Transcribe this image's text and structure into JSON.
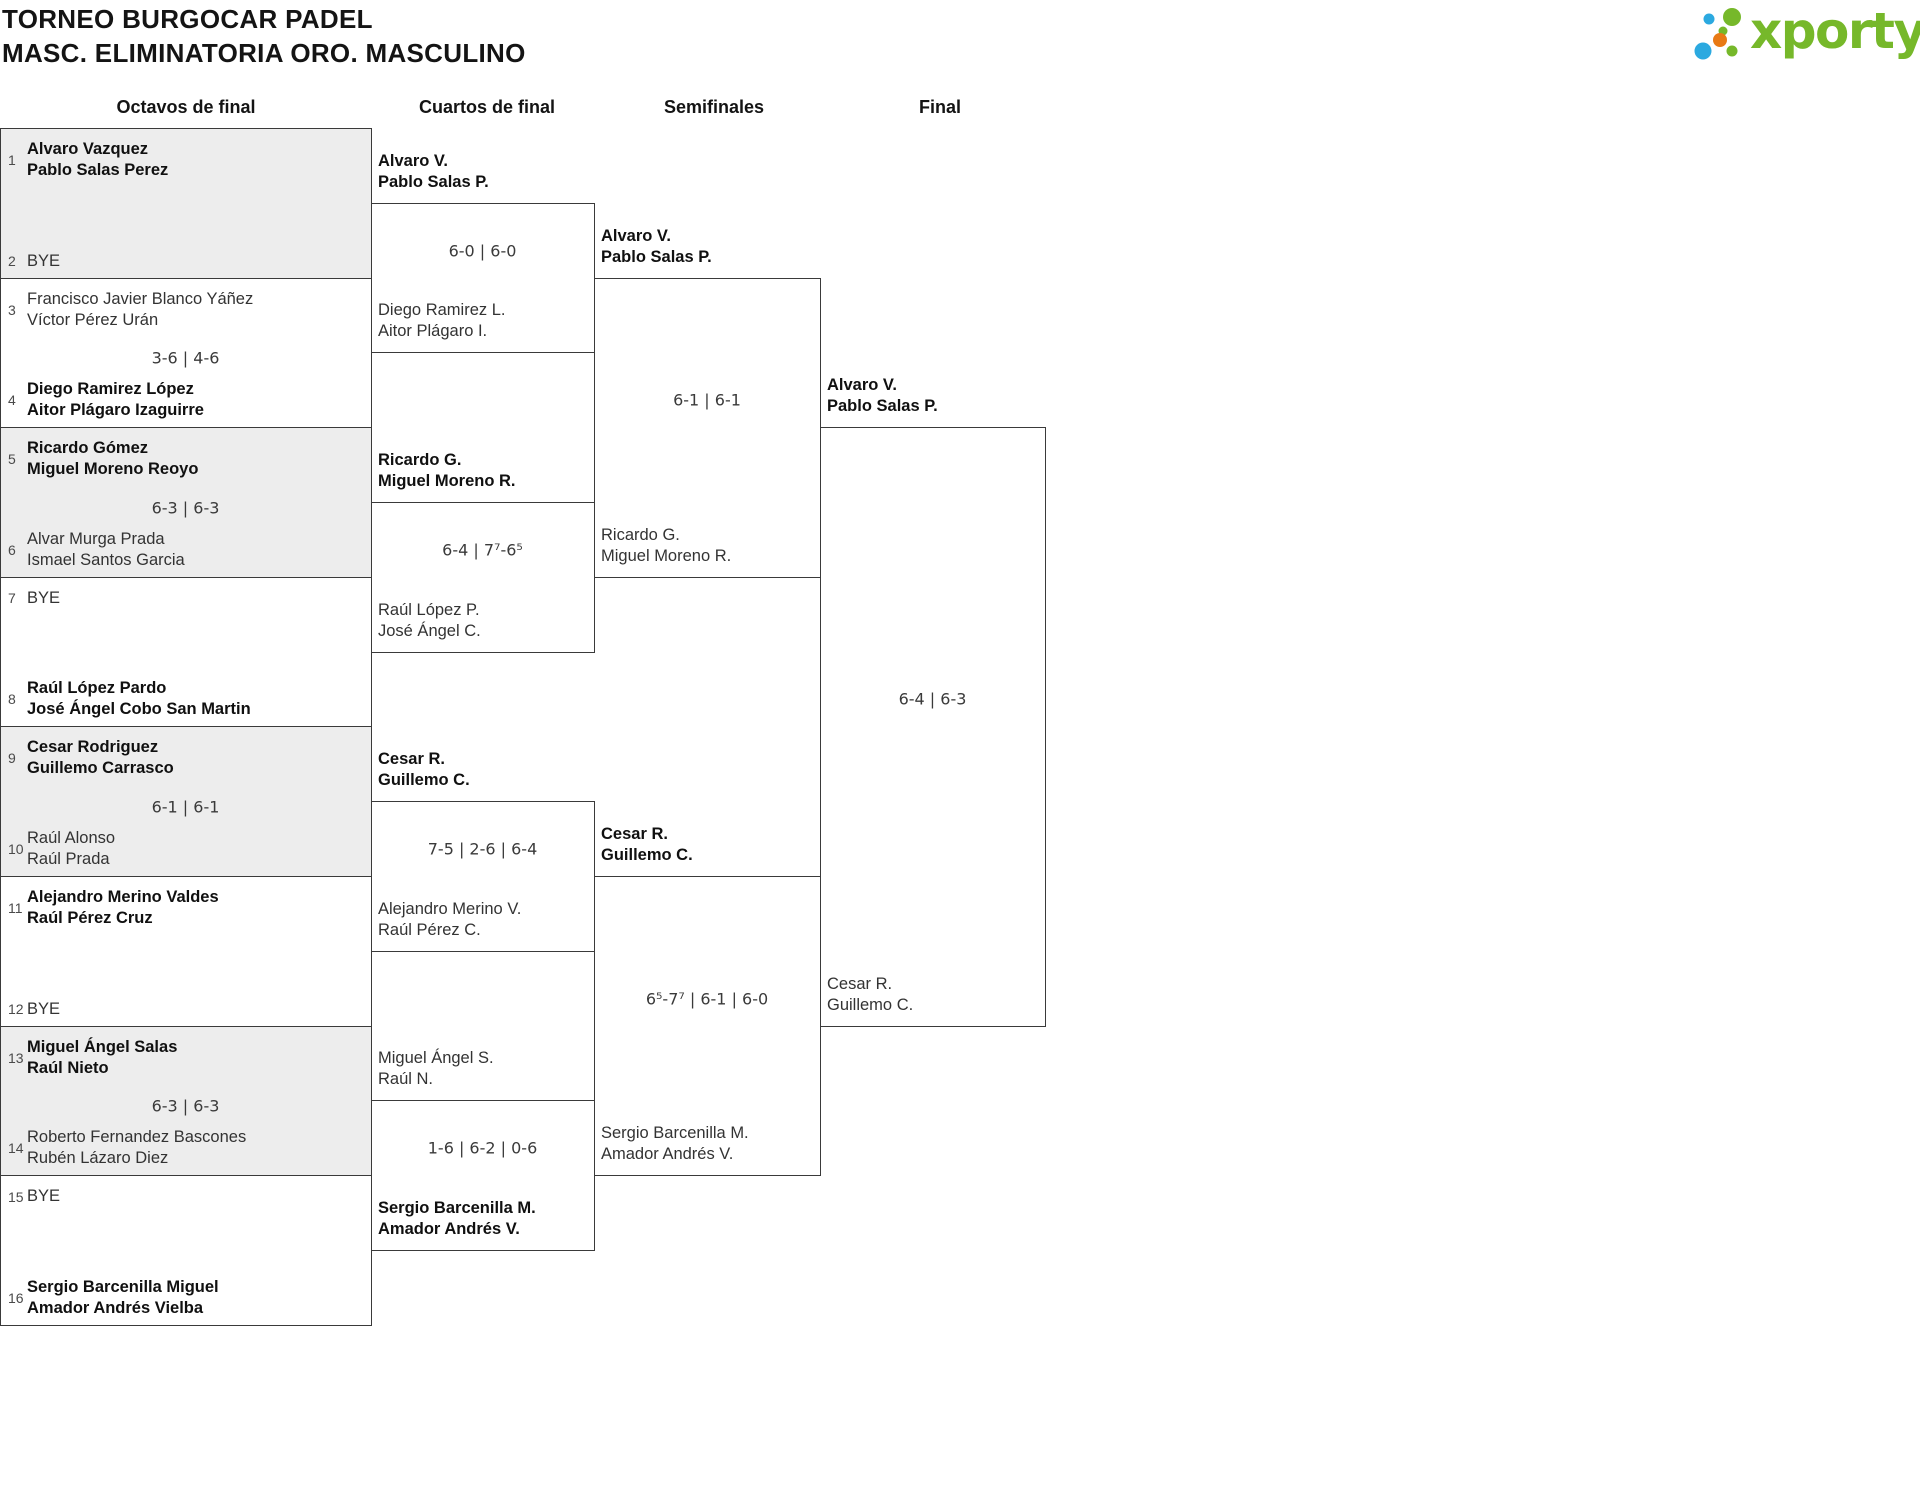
{
  "header": {
    "title_line1": "TORNEO BURGOCAR PADEL",
    "title_line2": "MASC. ELIMINATORIA ORO. MASCULINO",
    "logo_text": "xporty"
  },
  "round_headers": [
    "Octavos de final",
    "Cuartos de final",
    "Semifinales",
    "Final"
  ],
  "colors": {
    "logo_green": "#76b82a",
    "logo_blue": "#2ba9e0",
    "logo_orange": "#e87a15",
    "box_gray": "#ededed",
    "line": "#3a3a3a"
  },
  "bracket": {
    "octavos": [
      {
        "shaded": true,
        "score": "",
        "top": {
          "seed": "1",
          "lines": [
            "Alvaro Vazquez",
            "Pablo Salas Perez"
          ],
          "winner": true
        },
        "bottom": {
          "seed": "2",
          "lines": [
            "BYE"
          ],
          "winner": false
        }
      },
      {
        "shaded": false,
        "score": "3-6 | 4-6",
        "top": {
          "seed": "3",
          "lines": [
            "Francisco Javier Blanco Yáñez",
            "Víctor Pérez Urán"
          ],
          "winner": false
        },
        "bottom": {
          "seed": "4",
          "lines": [
            "Diego Ramirez López",
            "Aitor Plágaro Izaguirre"
          ],
          "winner": true
        }
      },
      {
        "shaded": true,
        "score": "6-3 | 6-3",
        "top": {
          "seed": "5",
          "lines": [
            "Ricardo Gómez",
            "Miguel Moreno Reoyo"
          ],
          "winner": true
        },
        "bottom": {
          "seed": "6",
          "lines": [
            "Alvar Murga Prada",
            "Ismael Santos Garcia"
          ],
          "winner": false
        }
      },
      {
        "shaded": false,
        "score": "",
        "top": {
          "seed": "7",
          "lines": [
            "BYE"
          ],
          "winner": false
        },
        "bottom": {
          "seed": "8",
          "lines": [
            "Raúl López Pardo",
            "José Ángel Cobo San Martin"
          ],
          "winner": true
        }
      },
      {
        "shaded": true,
        "score": "6-1 | 6-1",
        "top": {
          "seed": "9",
          "lines": [
            "Cesar Rodriguez",
            "Guillemo Carrasco"
          ],
          "winner": true
        },
        "bottom": {
          "seed": "10",
          "lines": [
            "Raúl Alonso",
            "Raúl Prada"
          ],
          "winner": false
        }
      },
      {
        "shaded": false,
        "score": "",
        "top": {
          "seed": "11",
          "lines": [
            "Alejandro Merino Valdes",
            "Raúl Pérez Cruz"
          ],
          "winner": true
        },
        "bottom": {
          "seed": "12",
          "lines": [
            "BYE"
          ],
          "winner": false
        }
      },
      {
        "shaded": true,
        "score": "6-3 | 6-3",
        "top": {
          "seed": "13",
          "lines": [
            "Miguel Ángel Salas",
            "Raúl Nieto"
          ],
          "winner": true
        },
        "bottom": {
          "seed": "14",
          "lines": [
            "Roberto Fernandez Bascones",
            "Rubén Lázaro Diez"
          ],
          "winner": false
        }
      },
      {
        "shaded": false,
        "score": "",
        "top": {
          "seed": "15",
          "lines": [
            "BYE"
          ],
          "winner": false
        },
        "bottom": {
          "seed": "16",
          "lines": [
            "Sergio Barcenilla Miguel",
            "Amador Andrés Vielba"
          ],
          "winner": true
        }
      }
    ],
    "cuartos": [
      {
        "score": "6-0 | 6-0",
        "top": {
          "lines": [
            "Alvaro V.",
            "Pablo Salas P."
          ],
          "winner": true
        },
        "bottom": {
          "lines": [
            "Diego Ramirez L.",
            "Aitor Plágaro I."
          ],
          "winner": false
        }
      },
      {
        "score": "6-4 | 7⁷-6⁵",
        "top": {
          "lines": [
            "Ricardo G.",
            "Miguel Moreno R."
          ],
          "winner": true
        },
        "bottom": {
          "lines": [
            "Raúl López P.",
            "José Ángel C."
          ],
          "winner": false
        }
      },
      {
        "score": "7-5 | 2-6 | 6-4",
        "top": {
          "lines": [
            "Cesar R.",
            "Guillemo C."
          ],
          "winner": true
        },
        "bottom": {
          "lines": [
            "Alejandro Merino V.",
            "Raúl Pérez C."
          ],
          "winner": false
        }
      },
      {
        "score": "1-6 | 6-2 | 0-6",
        "top": {
          "lines": [
            "Miguel Ángel S.",
            "Raúl N."
          ],
          "winner": false
        },
        "bottom": {
          "lines": [
            "Sergio Barcenilla M.",
            "Amador Andrés V."
          ],
          "winner": true
        }
      }
    ],
    "semifinales": [
      {
        "score": "6-1 | 6-1",
        "top": {
          "lines": [
            "Alvaro V.",
            "Pablo Salas P."
          ],
          "winner": true
        },
        "bottom": {
          "lines": [
            "Ricardo G.",
            "Miguel Moreno R."
          ],
          "winner": false
        }
      },
      {
        "score": "6⁵-7⁷ | 6-1 | 6-0",
        "top": {
          "lines": [
            "Cesar R.",
            "Guillemo C."
          ],
          "winner": true
        },
        "bottom": {
          "lines": [
            "Sergio Barcenilla M.",
            "Amador Andrés V."
          ],
          "winner": false
        }
      }
    ],
    "final": [
      {
        "score": "6-4 | 6-3",
        "top": {
          "lines": [
            "Alvaro V.",
            "Pablo Salas P."
          ],
          "winner": true
        },
        "bottom": {
          "lines": [
            "Cesar R.",
            "Guillemo C."
          ],
          "winner": false
        }
      }
    ]
  }
}
